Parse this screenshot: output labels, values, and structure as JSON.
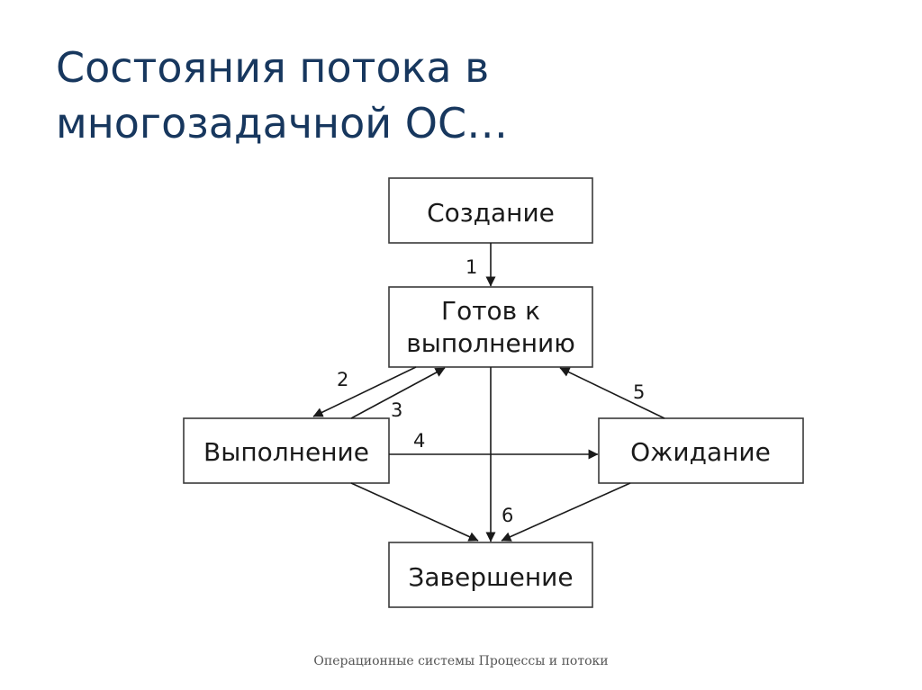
{
  "title": {
    "line1": "Состояния потока в",
    "line2": "многозадачной ОС…"
  },
  "diagram": {
    "states": {
      "creation": "Создание",
      "ready_line1": "Готов к",
      "ready_line2": "выполнению",
      "running": "Выполнение",
      "waiting": "Ожидание",
      "termination": "Завершение"
    },
    "transitions": {
      "t1": "1",
      "t2": "2",
      "t3": "3",
      "t4": "4",
      "t5": "5",
      "t6": "6"
    }
  },
  "footer": {
    "text": "Операционные системы Процессы и потоки"
  }
}
